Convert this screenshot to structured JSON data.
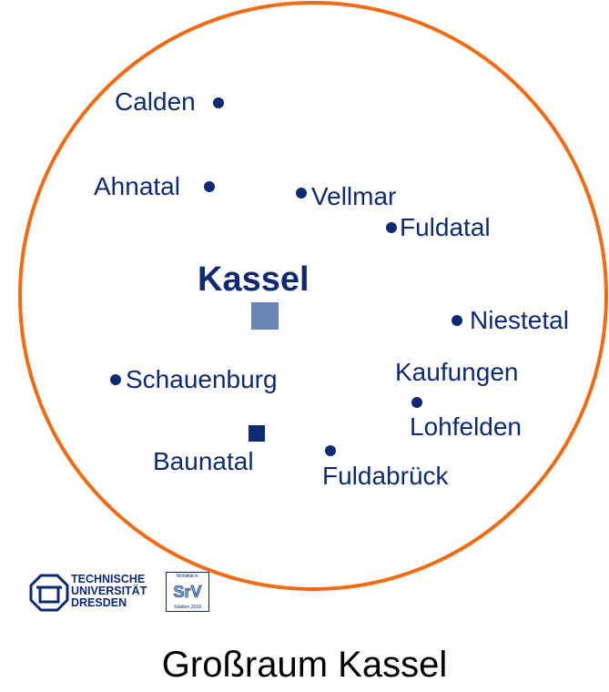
{
  "title": "Großraum Kassel",
  "colors": {
    "circle": "#f26a12",
    "text": "#0f2a74",
    "kassel_marker": "#6a84b8"
  },
  "places": {
    "kassel": "Kassel",
    "calden": "Calden",
    "ahnatal": "Ahnatal",
    "vellmar": "Vellmar",
    "fuldatal": "Fuldatal",
    "niestetal": "Niestetal",
    "schauenburg": "Schauenburg",
    "kaufungen": "Kaufungen",
    "lohfelden": "Lohfelden",
    "baunatal": "Baunatal",
    "fuldabrueck": "Fuldabrück"
  },
  "logos": {
    "tud": [
      "TECHNISCHE",
      "UNIVERSITÄT",
      "DRESDEN"
    ],
    "srv": {
      "top": "Mobilität in",
      "main": "SrV",
      "bottom": "Städten 2018"
    }
  }
}
